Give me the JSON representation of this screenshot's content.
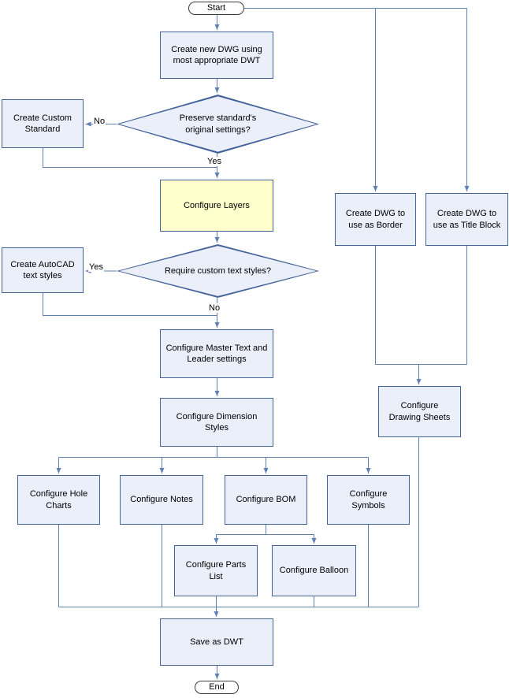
{
  "diagram": {
    "type": "flowchart",
    "nodes": {
      "start": "Start",
      "create_new_dwg": "Create new DWG using most appropriate DWT",
      "preserve_settings": "Preserve standard's original settings?",
      "create_custom_standard": "Create Custom Standard",
      "configure_layers": "Configure Layers",
      "require_custom_text_styles": "Require custom text styles?",
      "create_autocad_text_styles": "Create AutoCAD text styles",
      "configure_master_text": "Configure Master Text and Leader settings",
      "configure_dimension_styles": "Configure Dimension Styles",
      "configure_hole_charts": "Configure Hole Charts",
      "configure_notes": "Configure Notes",
      "configure_bom": "Configure BOM",
      "configure_symbols": "Configure Symbols",
      "configure_parts_list": "Configure Parts List",
      "configure_balloon": "Configure Balloon",
      "save_as_dwt": "Save as DWT",
      "end": "End",
      "create_dwg_border": "Create DWG to use as Border",
      "create_dwg_title_block": "Create DWG to use as Title Block",
      "configure_drawing_sheets": "Configure Drawing Sheets"
    },
    "edge_labels": {
      "preserve_no": "No",
      "preserve_yes": "Yes",
      "text_styles_yes": "Yes",
      "text_styles_no": "No"
    },
    "colors": {
      "node_fill": "#eaeffa",
      "node_border": "#45639b",
      "connector": "#5f81b5",
      "highlight_fill": "#ffffcc",
      "terminal_border": "#3a3a3a",
      "text": "#000000"
    }
  }
}
